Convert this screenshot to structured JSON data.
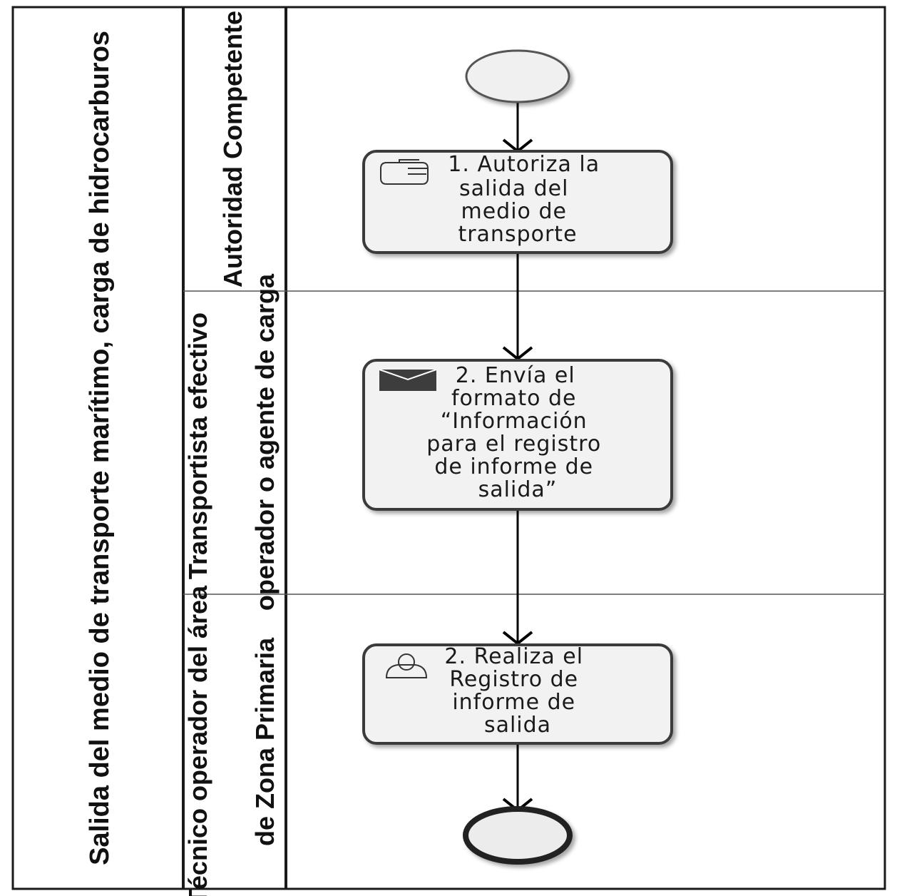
{
  "pool": {
    "title": "Salida del medio de transporte marítimo, carga de hidrocarburos"
  },
  "lanes": [
    {
      "id": "lane-1",
      "lines": [
        "Autoridad Competente"
      ]
    },
    {
      "id": "lane-2",
      "lines": [
        "Transportista efectivo",
        "operador o agente de carga"
      ]
    },
    {
      "id": "lane-3",
      "lines": [
        "Técnico operador del área",
        "de Zona Primaria"
      ]
    }
  ],
  "tasks": [
    {
      "id": "task-1",
      "kind": "manual",
      "lines": [
        "1. Autoriza la",
        "salida del",
        "medio de",
        "transporte"
      ]
    },
    {
      "id": "task-2",
      "kind": "send",
      "lines": [
        "2. Envía el",
        "formato de",
        "“Información",
        "para el registro",
        "de informe de",
        "salida”"
      ]
    },
    {
      "id": "task-3",
      "kind": "user",
      "lines": [
        "2. Realiza el",
        "Registro de",
        "informe de",
        "salida"
      ]
    }
  ],
  "events": {
    "start": {
      "kind": "start"
    },
    "end": {
      "kind": "end"
    }
  },
  "colors": {
    "border": "#1a1a1a",
    "lane_divider": "#555555",
    "task_fill": "#f2f2f2",
    "task_stroke": "#3a3a3a",
    "event_fill": "#f0f0f0",
    "send_icon_fill": "#3d3d3d"
  }
}
